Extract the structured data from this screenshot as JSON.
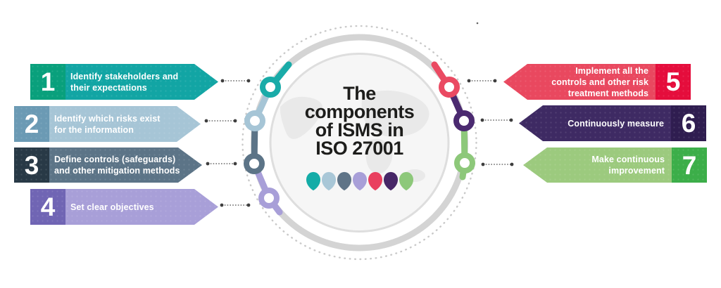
{
  "center": {
    "title_lines": [
      "The",
      "components",
      "of ISMS in",
      "ISO 27001"
    ],
    "drop_colors": [
      "#14ACA7",
      "#A9C7D7",
      "#5F7487",
      "#A89FD8",
      "#E9405F",
      "#472767",
      "#8DC87A"
    ]
  },
  "steps": [
    {
      "number": "1",
      "label": "Identify stakeholders and\ntheir expectations",
      "side": "left",
      "colors": {
        "tab": "#09A07C",
        "body": "#12A5A4",
        "node": "#19ABA8"
      }
    },
    {
      "number": "2",
      "label": "Identify which risks exist\nfor the information",
      "side": "left",
      "colors": {
        "tab": "#6B9AB4",
        "body": "#A6C5D6",
        "node": "#A6C5D6"
      }
    },
    {
      "number": "3",
      "label": "Define controls (safeguards)\nand other mitigation methods",
      "side": "left",
      "colors": {
        "tab": "#283946",
        "body": "#5C7487",
        "node": "#5C7487"
      }
    },
    {
      "number": "4",
      "label": "Set clear objectives",
      "side": "left",
      "colors": {
        "tab": "#7065B4",
        "body": "#A89FD8",
        "node": "#A89FD8"
      }
    },
    {
      "number": "5",
      "label": "Implement all the\ncontrols and other risk\ntreatment methods",
      "side": "right",
      "colors": {
        "tab": "#E50D3C",
        "body": "#E9485F",
        "node": "#EA4A62"
      }
    },
    {
      "number": "6",
      "label": "Continuously measure",
      "side": "right",
      "colors": {
        "tab": "#2F1D50",
        "body": "#3E2A63",
        "node": "#4B2A70"
      }
    },
    {
      "number": "7",
      "label": "Make continuous\nimprovement",
      "side": "right",
      "colors": {
        "tab": "#3CAE49",
        "body": "#9CCA7E",
        "node": "#8DC87A"
      }
    }
  ]
}
